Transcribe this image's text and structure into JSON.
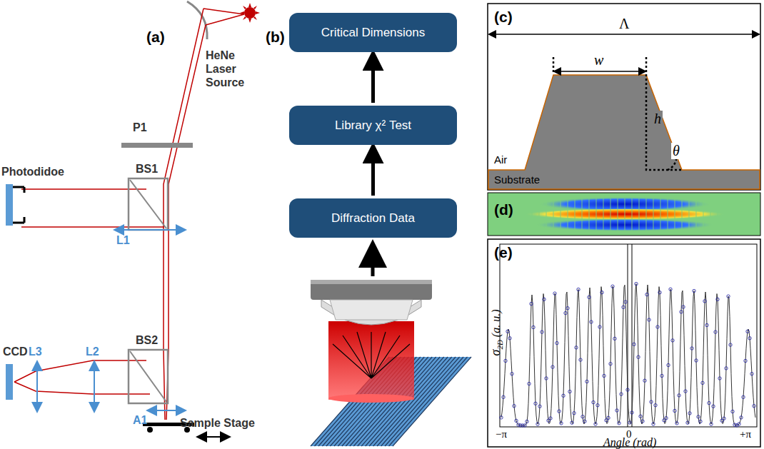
{
  "diagram": {
    "nodes": [
      {
        "text": [
          "Critical Dimensions"
        ]
      },
      {
        "text": [
          "Library χ² Test"
        ]
      },
      {
        "text": [
          "Diffraction Data"
        ]
      }
    ],
    "edges": [
      {
        "from": 2,
        "to": 1,
        "arrow": "to"
      },
      {
        "from": 1,
        "to": 0,
        "arrow": "to"
      }
    ],
    "labels": [
      "(a)",
      "HeNe Laser Source",
      "P1",
      "Photodidoe",
      "BS1",
      "L1",
      "CCD",
      "L3",
      "L2",
      "BS2",
      "A1",
      "Sample Stage",
      "(b)",
      "(c)",
      "Λ",
      "w",
      "h",
      "θ",
      "Air",
      "Substrate",
      "(d)",
      "(e)",
      "σ",
      "2D",
      "(a. u.)",
      "−π",
      "0",
      "+π",
      "Angle (rad)"
    ]
  }
}
